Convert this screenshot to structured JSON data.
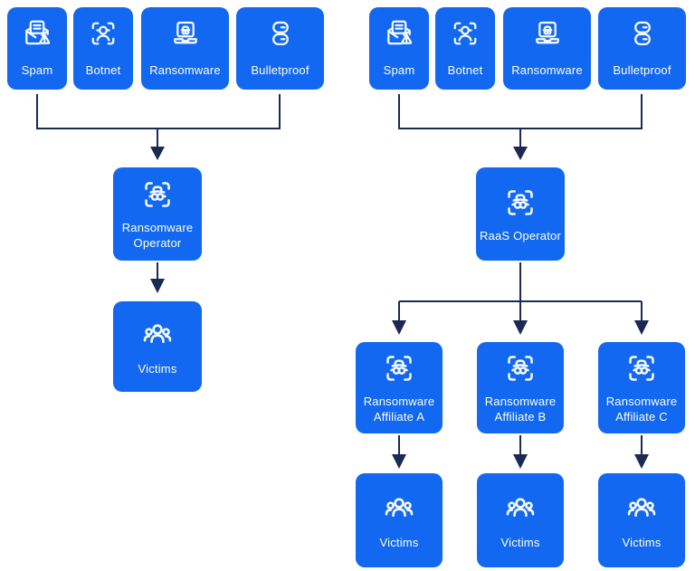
{
  "diagram": {
    "colors": {
      "box_blue": "#1268f0",
      "line_navy": "#1b2a54",
      "label_text": "#ffffff"
    },
    "left": {
      "sources": [
        {
          "label": "Spam",
          "icon": "spam-envelope-icon"
        },
        {
          "label": "Botnet",
          "icon": "botnet-scan-icon"
        },
        {
          "label": "Ransomware",
          "icon": "ransomware-laptop-icon"
        },
        {
          "label": "Bulletproof",
          "icon": "bulletproof-servers-icon"
        }
      ],
      "operator": {
        "label": "Ransomware Operator",
        "icon": "incognito-scan-icon"
      },
      "victims": {
        "label": "Victims",
        "icon": "people-group-icon"
      }
    },
    "right": {
      "sources": [
        {
          "label": "Spam",
          "icon": "spam-envelope-icon"
        },
        {
          "label": "Botnet",
          "icon": "botnet-scan-icon"
        },
        {
          "label": "Ransomware",
          "icon": "ransomware-laptop-icon"
        },
        {
          "label": "Bulletproof",
          "icon": "bulletproof-servers-icon"
        }
      ],
      "operator": {
        "label": "RaaS Operator",
        "icon": "incognito-scan-icon"
      },
      "affiliates": [
        {
          "label": "Ransomware Affiliate A",
          "icon": "incognito-scan-icon"
        },
        {
          "label": "Ransomware Affiliate B",
          "icon": "incognito-scan-icon"
        },
        {
          "label": "Ransomware Affiliate C",
          "icon": "incognito-scan-icon"
        }
      ],
      "victims": [
        {
          "label": "Victims",
          "icon": "people-group-icon"
        },
        {
          "label": "Victims",
          "icon": "people-group-icon"
        },
        {
          "label": "Victims",
          "icon": "people-group-icon"
        }
      ]
    }
  }
}
